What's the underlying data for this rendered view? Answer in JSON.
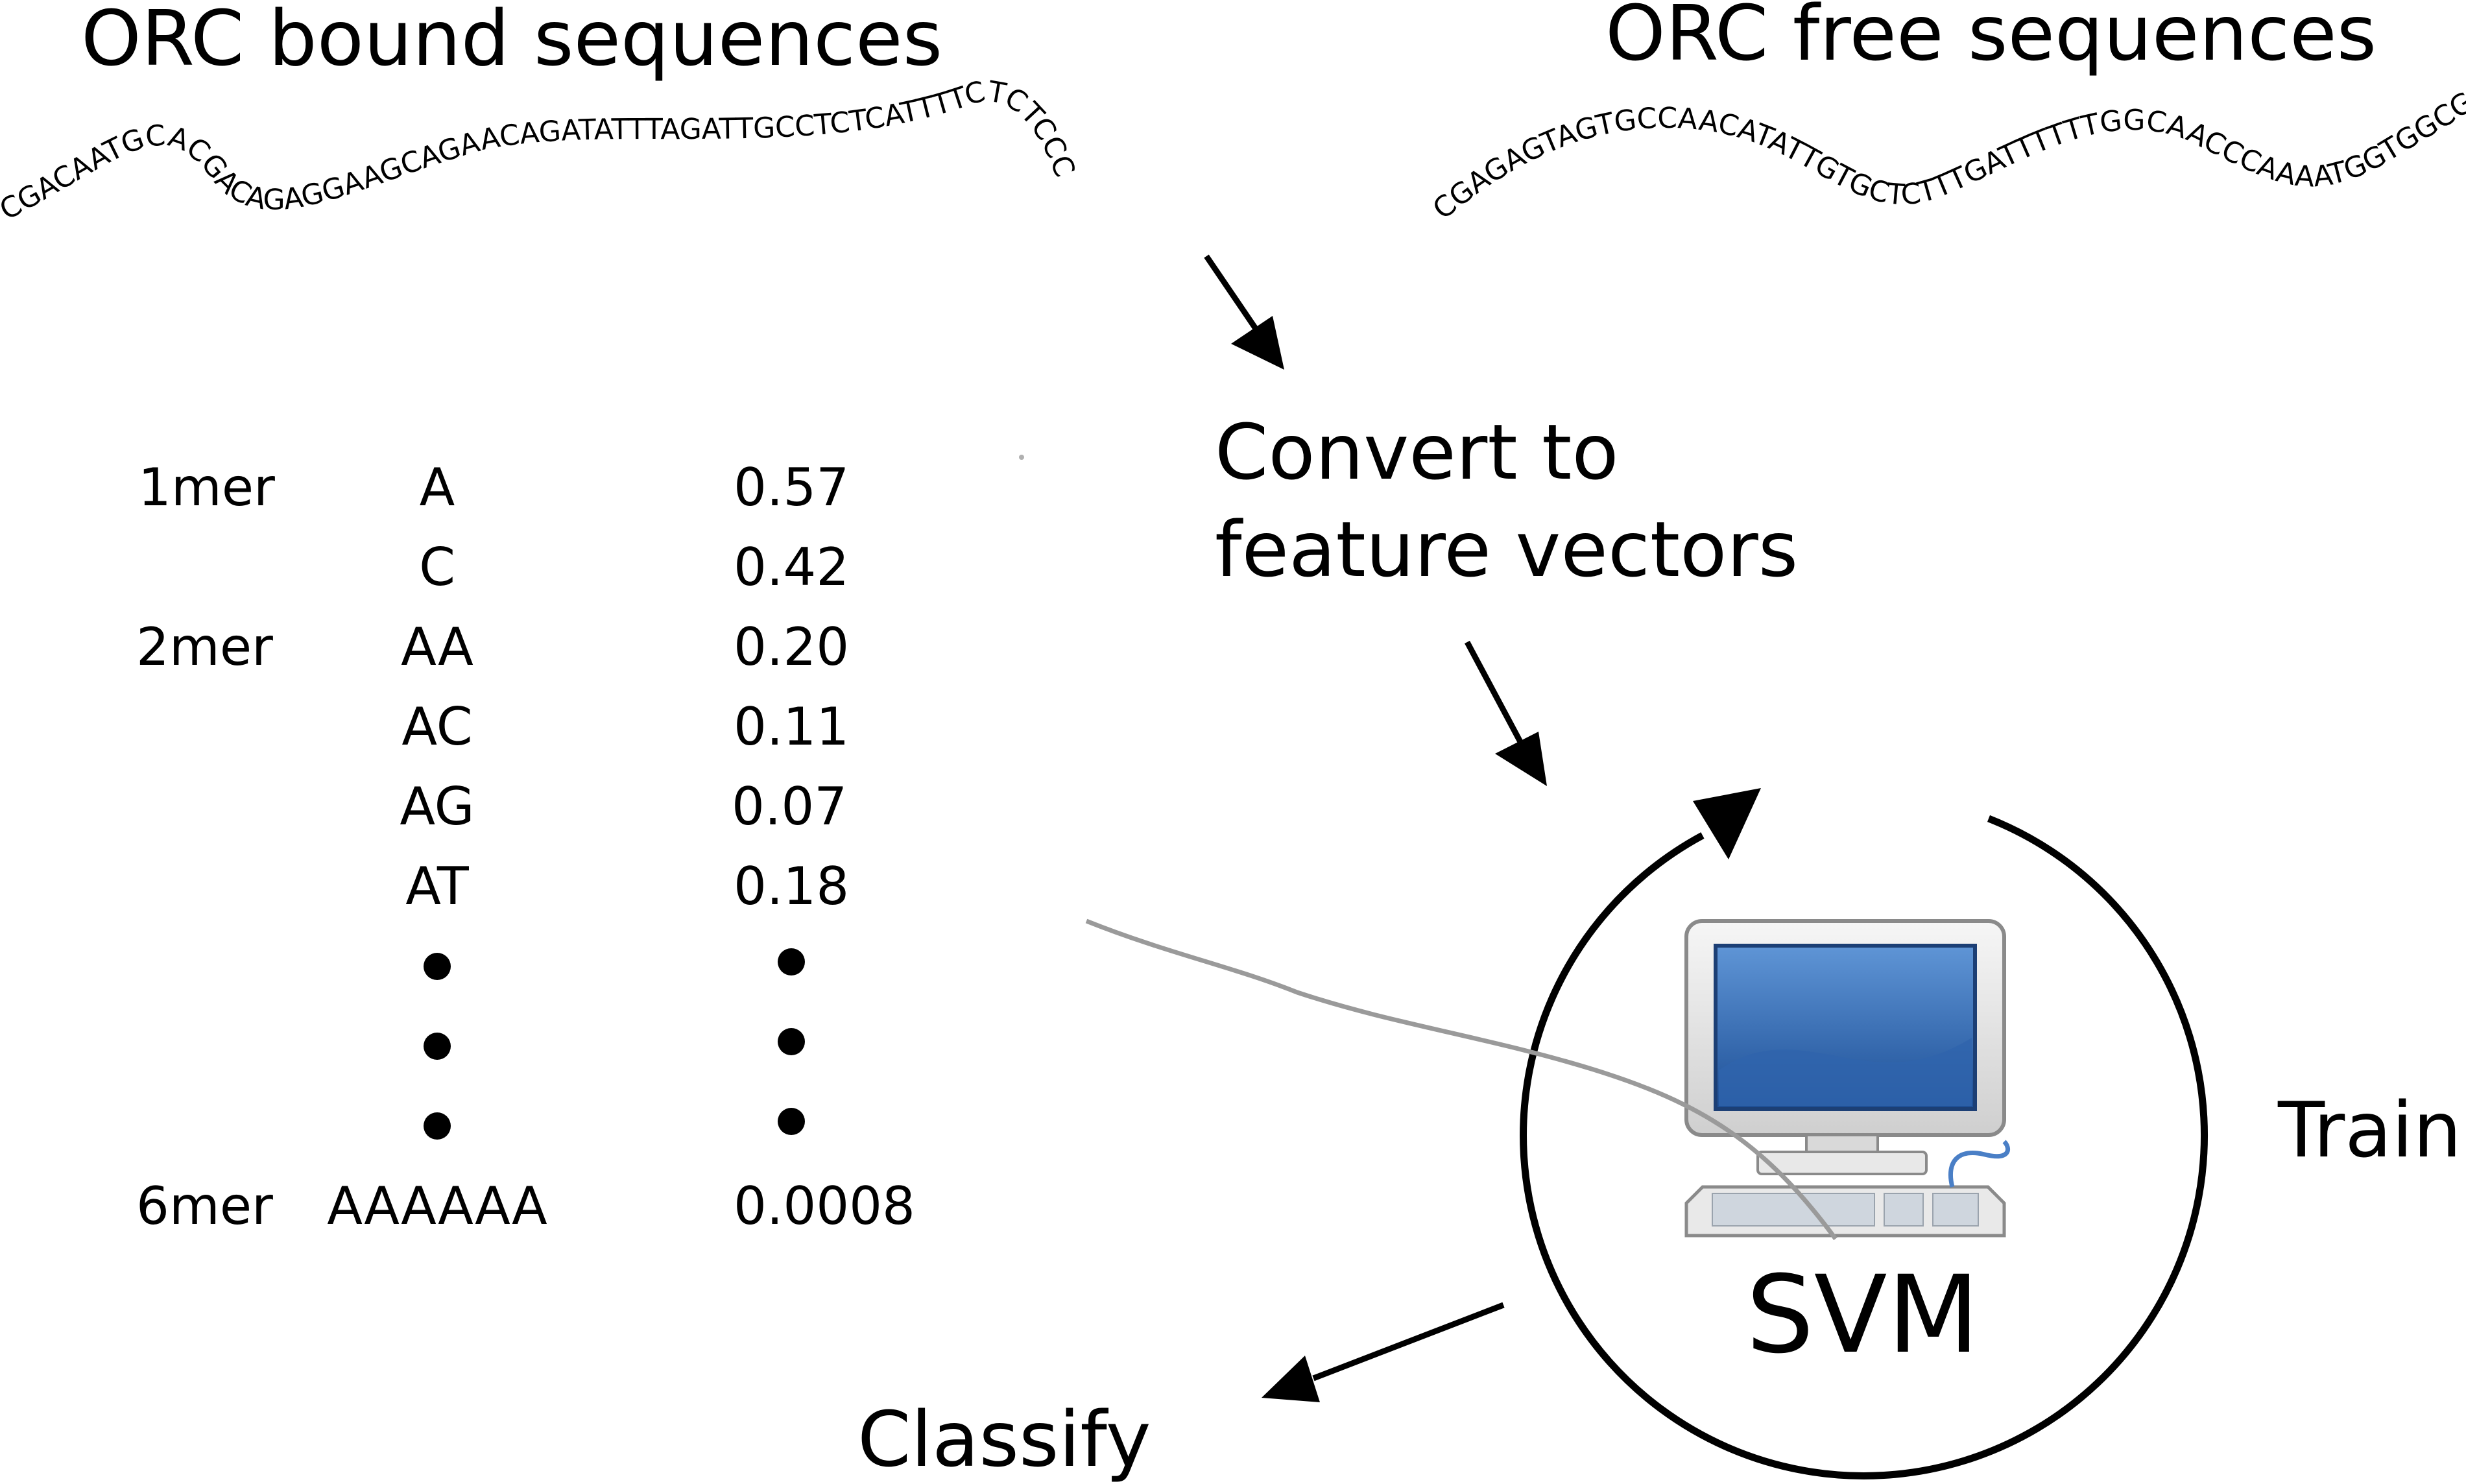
{
  "titles": {
    "bound": "ORC bound sequences",
    "free": "ORC free sequences"
  },
  "sequences": {
    "bound": "CGACAATGCACGACAGAGGAAGCAGAACAGATATTTAGATTGCCTCTCATTTTCTCTCCC",
    "free": "CGAGAGTAGTGCCAACATATTGTGCTCTTTGATTTTTTGGCAACCCAAAATGGTGGCGGA"
  },
  "steps": {
    "convert_line1": "Convert to",
    "convert_line2": "feature vectors",
    "train": "Train",
    "classify": "Classify",
    "svm": "SVM"
  },
  "feature_table": {
    "rows": [
      {
        "k": "1mer",
        "feature": "A",
        "value": "0.57"
      },
      {
        "k": "",
        "feature": "C",
        "value": "0.42"
      },
      {
        "k": "2mer",
        "feature": "AA",
        "value": "0.20"
      },
      {
        "k": "",
        "feature": "AC",
        "value": "0.11"
      },
      {
        "k": "",
        "feature": "AG",
        "value": "0.07"
      },
      {
        "k": "",
        "feature": "AT",
        "value": "0.18"
      },
      {
        "k": "6mer",
        "feature": "AAAAAA",
        "value": "0.0008"
      }
    ]
  },
  "icons": {
    "computer": "desktop-computer-icon",
    "ellipsis": "vertical-dots"
  }
}
